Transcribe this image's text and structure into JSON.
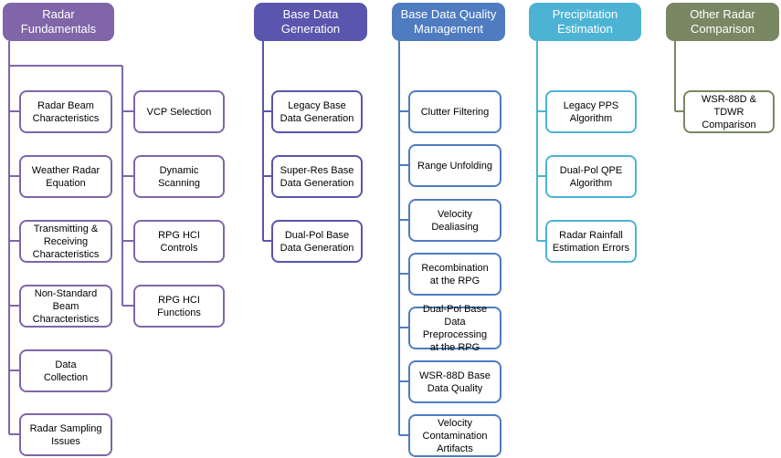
{
  "categories": [
    {
      "key": "fundamentals",
      "title": "Radar\nFundamentals",
      "color": "#8065a8",
      "columns": [
        {
          "items": [
            "Radar Beam\nCharacteristics",
            "Weather Radar\nEquation",
            "Transmitting &\nReceiving\nCharacteristics",
            "Non-Standard\nBeam\nCharacteristics",
            "Data\nCollection",
            "Radar Sampling\nIssues"
          ]
        },
        {
          "items": [
            "VCP Selection",
            "Dynamic\nScanning",
            "RPG HCI\nControls",
            "RPG HCI\nFunctions"
          ]
        }
      ]
    },
    {
      "key": "base-data",
      "title": "Base Data\nGeneration",
      "color": "#5a55ad",
      "columns": [
        {
          "items": [
            "Legacy Base\nData Generation",
            "Super-Res Base\nData Generation",
            "Dual-Pol Base\nData Generation"
          ]
        }
      ]
    },
    {
      "key": "quality",
      "title": "Base Data Quality\nManagement",
      "color": "#4f7cc0",
      "columns": [
        {
          "items": [
            "Clutter Filtering",
            "Range Unfolding",
            "Velocity\nDealiasing",
            "Recombination\nat the RPG",
            "Dual-Pol Base\nData Preprocessing\nat the RPG",
            "WSR-88D Base\nData Quality",
            "Velocity\nContamination\nArtifacts"
          ]
        }
      ]
    },
    {
      "key": "precip",
      "title": "Precipitation\nEstimation",
      "color": "#4db3d4",
      "columns": [
        {
          "items": [
            "Legacy PPS\nAlgorithm",
            "Dual-Pol QPE\nAlgorithm",
            "Radar Rainfall\nEstimation Errors"
          ]
        }
      ]
    },
    {
      "key": "other",
      "title": "Other Radar\nComparison",
      "color": "#7a8763",
      "columns": [
        {
          "items": [
            "WSR-88D & TDWR\nComparison"
          ]
        }
      ]
    }
  ]
}
